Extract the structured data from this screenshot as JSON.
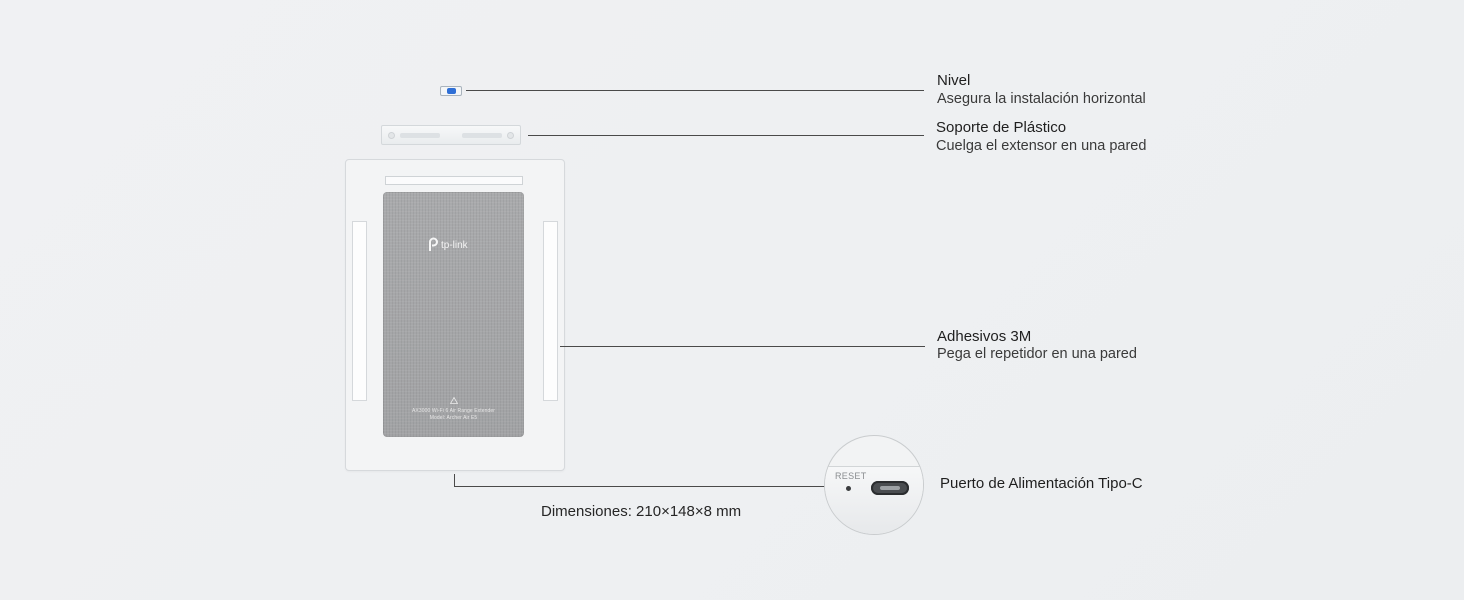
{
  "labels": {
    "level": {
      "title": "Nivel",
      "subtitle": "Asegura la instalación horizontal"
    },
    "bracket": {
      "title": "Soporte de Plástico",
      "subtitle": "Cuelga el extensor en una pared"
    },
    "adhesive": {
      "title": "Adhesivos 3M",
      "subtitle": "Pega el repetidor en una pared"
    },
    "power_port": {
      "title": "Puerto de Alimentación Tipo-C"
    }
  },
  "dimensions": "Dimensiones: 210×148×8 mm",
  "device": {
    "brand": "tp-link",
    "fineprint_line1": "AX3000 Wi-Fi 6 Air Range Extender",
    "fineprint_line2": "Model: Archer Air E5"
  },
  "port_closeup": {
    "reset_label": "RESET"
  },
  "colors": {
    "background": "#eff0f2",
    "leader_line": "#4a4a4a",
    "fabric_gray": "#a7a8aa",
    "level_bubble": "#2f6fd6"
  },
  "icons": [
    "tp-link-logo-icon",
    "warning-triangle-icon",
    "usb-c-port-icon",
    "reset-pinhole-icon"
  ]
}
